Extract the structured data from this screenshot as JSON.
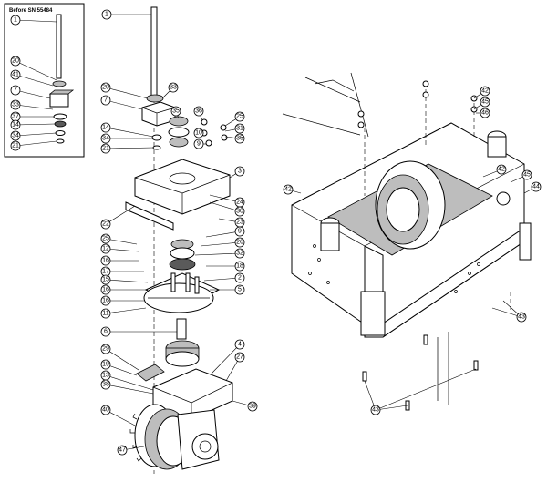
{
  "inset": {
    "title": "Before SN 55484",
    "callouts": [
      "1",
      "20",
      "41",
      "7",
      "33",
      "37",
      "14",
      "34",
      "21"
    ]
  },
  "exploded_callouts": [
    "1",
    "20",
    "33",
    "7",
    "35",
    "14",
    "34",
    "21",
    "36",
    "10",
    "9",
    "25",
    "31",
    "35",
    "3",
    "24",
    "30",
    "22",
    "23",
    "9",
    "25",
    "26",
    "12",
    "32",
    "16",
    "17",
    "18",
    "15",
    "16",
    "2",
    "16",
    "5",
    "11",
    "6",
    "29",
    "4",
    "19",
    "27",
    "13",
    "38",
    "39",
    "40",
    "47"
  ],
  "assembly_callouts": [
    "42",
    "45",
    "46",
    "42",
    "45",
    "44",
    "43",
    "43"
  ],
  "colors": {
    "line": "#000000",
    "shade": "#bdbdbd",
    "dark": "#5a5a5a"
  }
}
